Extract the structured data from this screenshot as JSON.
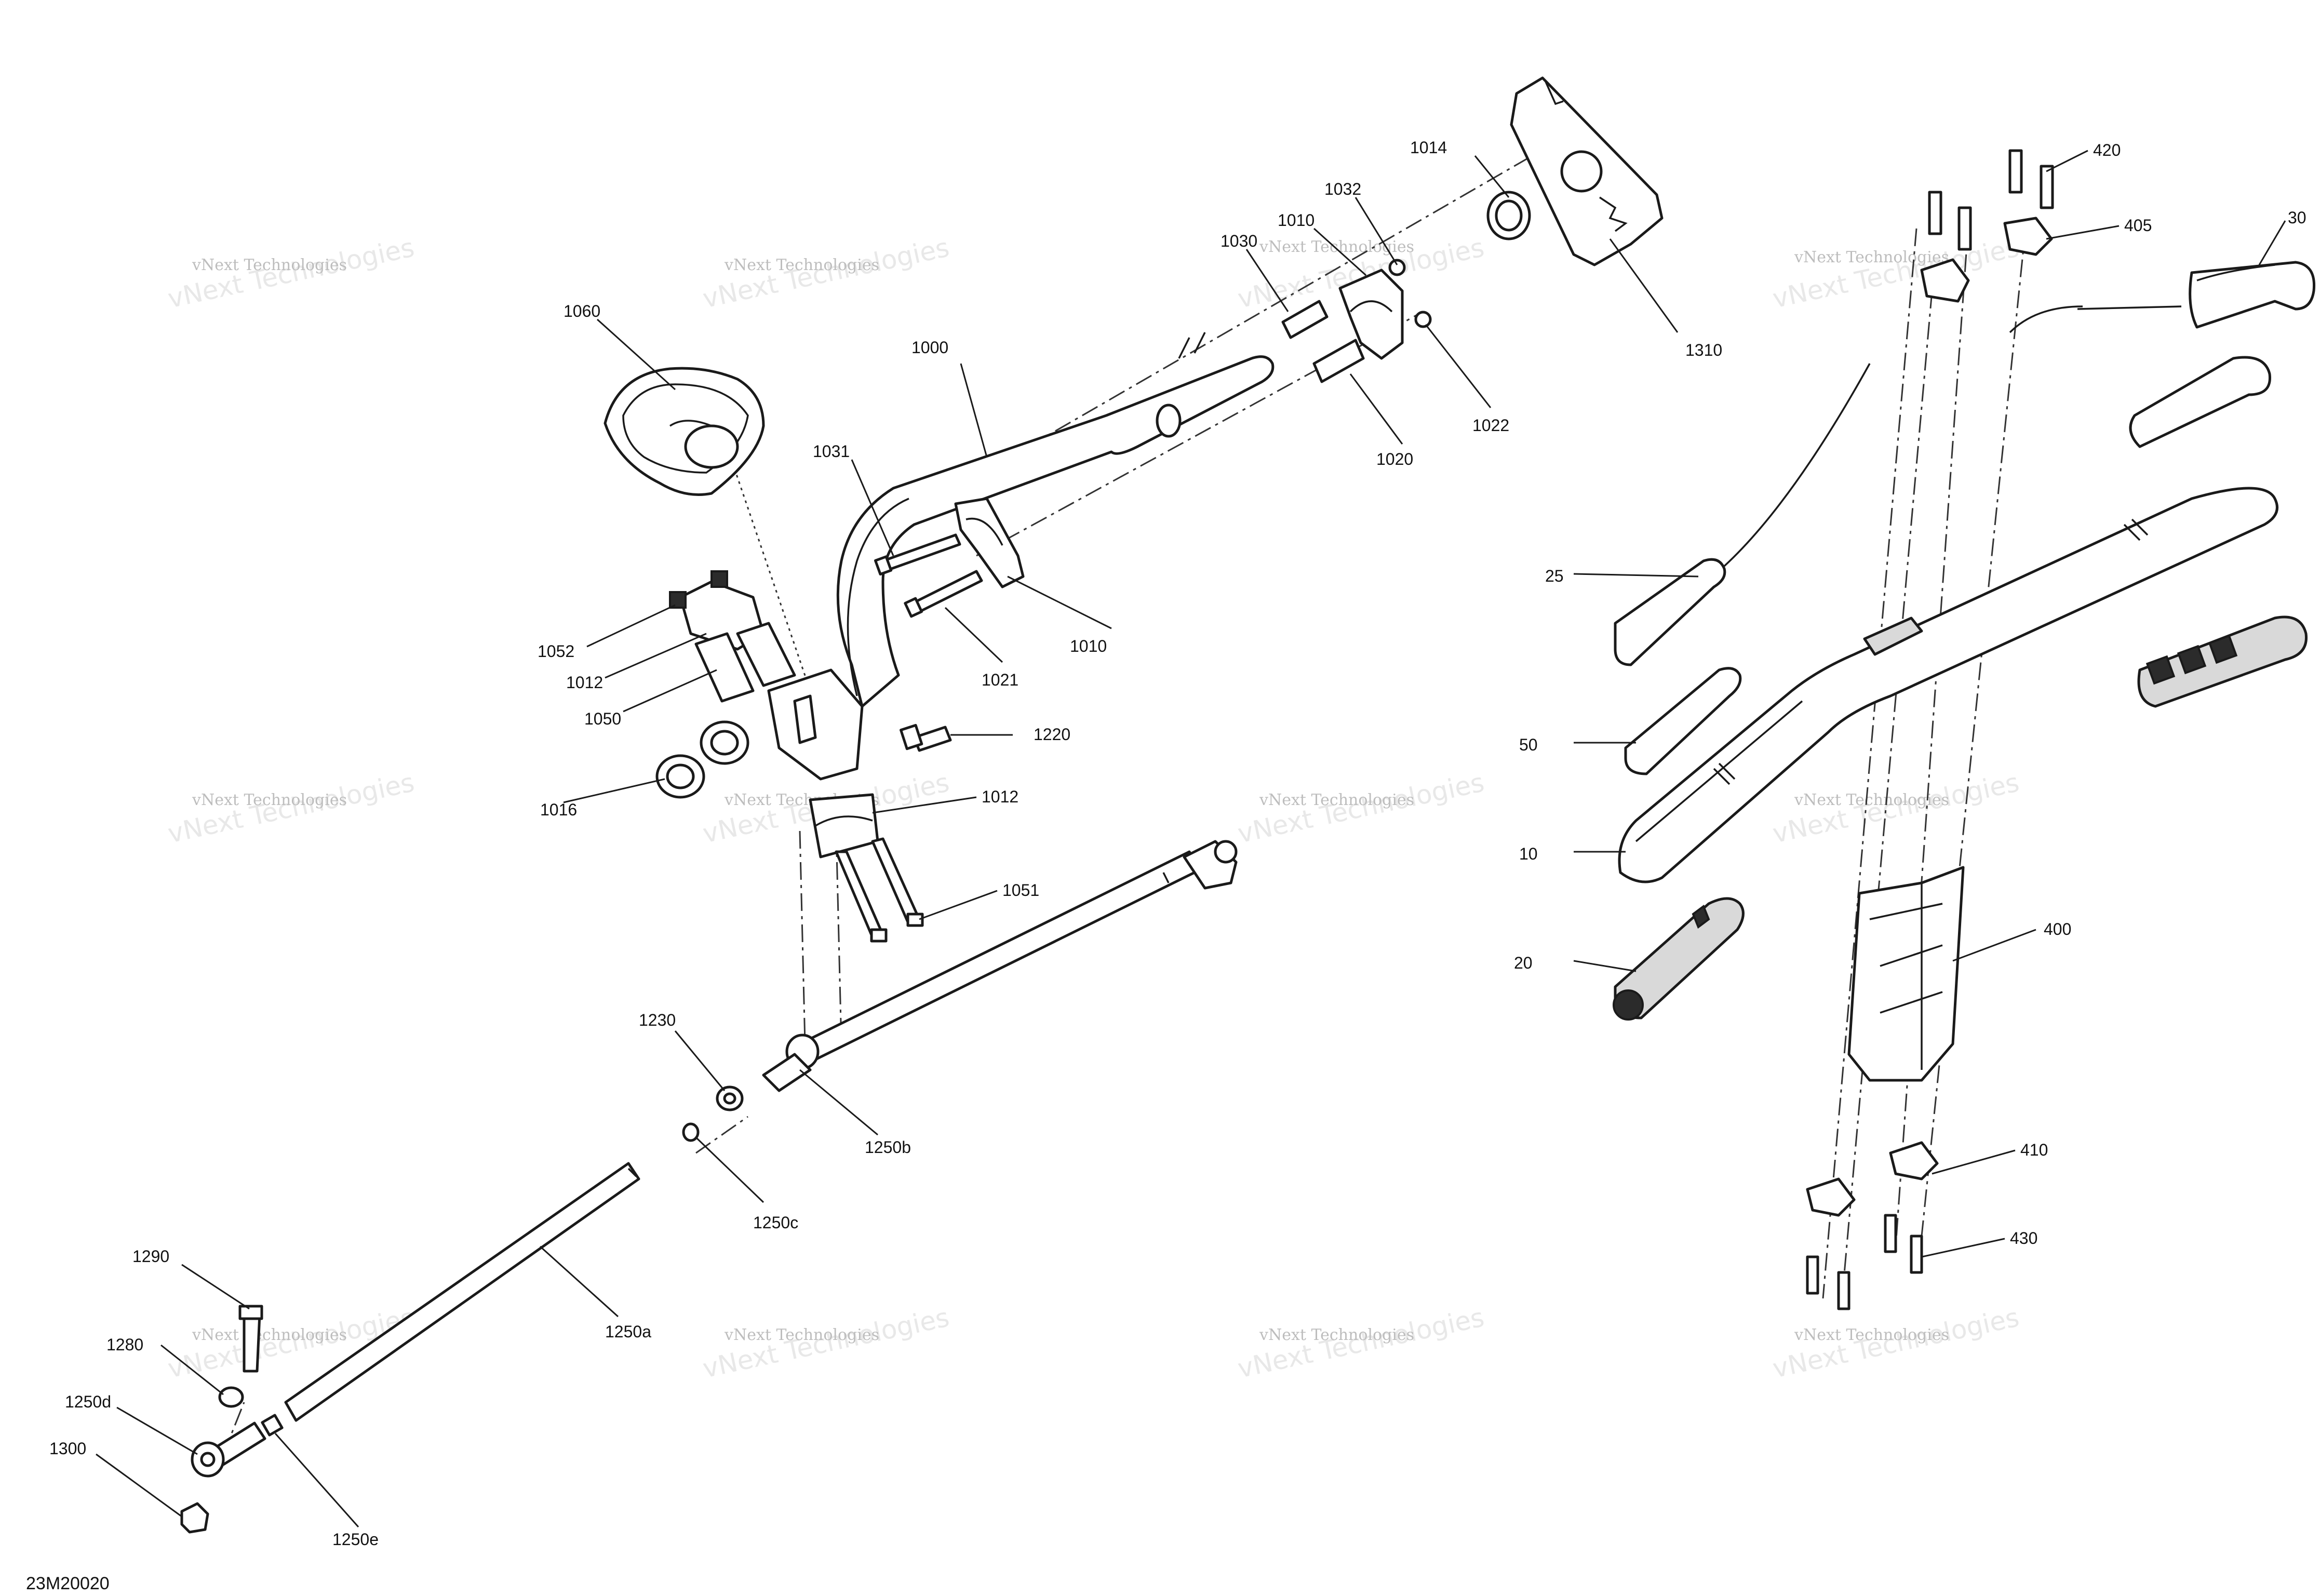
{
  "diagram_code": "23M20020",
  "watermark": {
    "line1": "vNext Technologies",
    "line2": "vNext Technologies"
  },
  "callouts": [
    "1000",
    "1010",
    "1010",
    "1012",
    "1012",
    "1014",
    "1016",
    "1020",
    "1021",
    "1022",
    "1030",
    "1031",
    "1032",
    "1050",
    "1051",
    "1052",
    "1060",
    "1220",
    "1230",
    "1250a",
    "1250b",
    "1250c",
    "1250d",
    "1250e",
    "1280",
    "1290",
    "1300",
    "1310",
    "10",
    "20",
    "25",
    "30",
    "50",
    "400",
    "405",
    "410",
    "420",
    "430"
  ]
}
